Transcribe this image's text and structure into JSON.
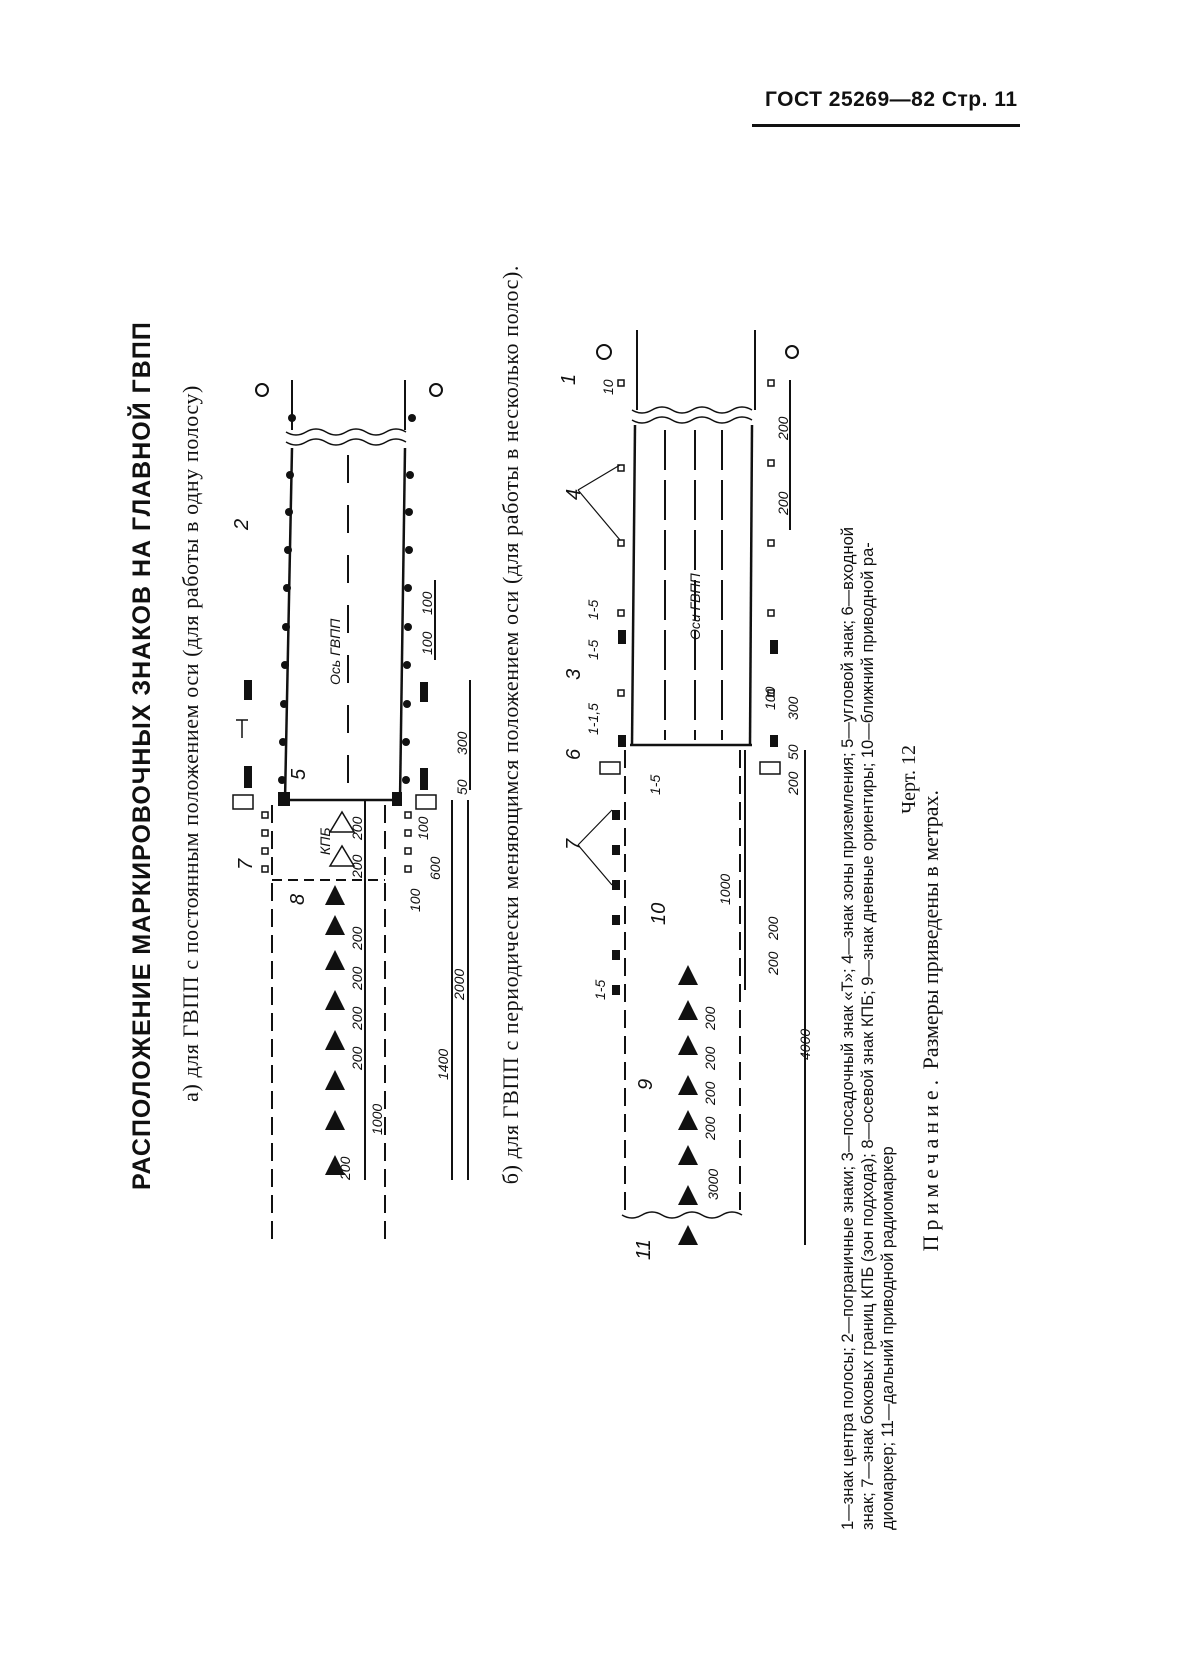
{
  "header": {
    "text": "ГОСТ 25269—82 Стр. 11"
  },
  "title": "РАСПОЛОЖЕНИЕ МАРКИРОВОЧНЫХ ЗНАКОВ НА ГЛАВНОЙ ГВПП",
  "section_a": "а) для ГВПП с постоянным положением оси (для работы в одну полосу)",
  "section_b": "б) для ГВПП с периодически меняющимся положением оси (для работы в несколько полос).",
  "diagram_a": {
    "labels": [
      "Ось ГВПП",
      "КПБ",
      "2",
      "5",
      "7",
      "8",
      "100",
      "100",
      "300",
      "50",
      "200",
      "200",
      "100",
      "600",
      "100",
      "200",
      "200",
      "200",
      "200",
      "200",
      "1000",
      "1400",
      "2000"
    ]
  },
  "diagram_b": {
    "labels": [
      "Оси ГВПП",
      "1",
      "10",
      "4",
      "3",
      "6",
      "7",
      "10",
      "9",
      "11",
      "1-5",
      "1-5",
      "1-1,5",
      "1-5",
      "1-5",
      "200",
      "200",
      "100",
      "300",
      "50",
      "200",
      "200",
      "200",
      "1000",
      "200",
      "200",
      "200",
      "200",
      "3000",
      "4000"
    ]
  },
  "legend": [
    "1—знак центра полосы; 2—пограничные знаки; 3—посадочный знак «Т»; 4—знак зоны приземления; 5—угловой знак; 6—входной",
    "знак; 7—знак боковых границ КПБ (зон подхода); 8—осевой знак КПБ; 9—знак дневные ориентиры; 10—ближний приводной ра-",
    "диомаркер; 11—дальний приводной радиомаркер"
  ],
  "caption": "Черт. 12",
  "note": {
    "label": "Примечание.",
    "text": "Размеры приведены в метрах."
  }
}
